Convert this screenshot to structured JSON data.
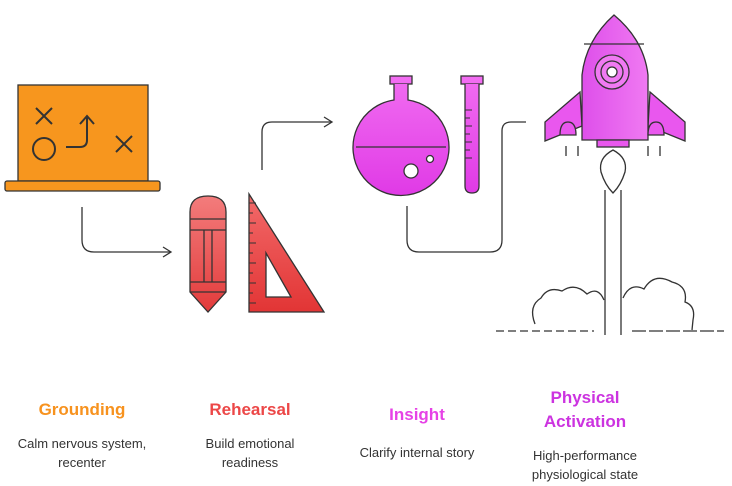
{
  "colors": {
    "grounding": "#F7921E",
    "rehearsal": "#EC4747",
    "insight": "#E642E6",
    "activation": "#CC33E0",
    "outline": "#333333",
    "text": "#333333"
  },
  "stages": [
    {
      "id": "grounding",
      "title": "Grounding",
      "title_color": "#F7921E",
      "description": "Calm nervous system, recenter",
      "icon": "laptop-strategy-icon"
    },
    {
      "id": "rehearsal",
      "title": "Rehearsal",
      "title_color": "#EC4747",
      "description": "Build emotional readiness",
      "icon": "pencil-set-square-icon"
    },
    {
      "id": "insight",
      "title": "Insight",
      "title_color": "#E642E6",
      "description": "Clarify internal story",
      "icon": "flask-test-tube-icon"
    },
    {
      "id": "activation",
      "title": "Physical Activation",
      "title_color": "#CC33E0",
      "description": "High-performance physiological state",
      "icon": "rocket-launch-icon"
    }
  ]
}
